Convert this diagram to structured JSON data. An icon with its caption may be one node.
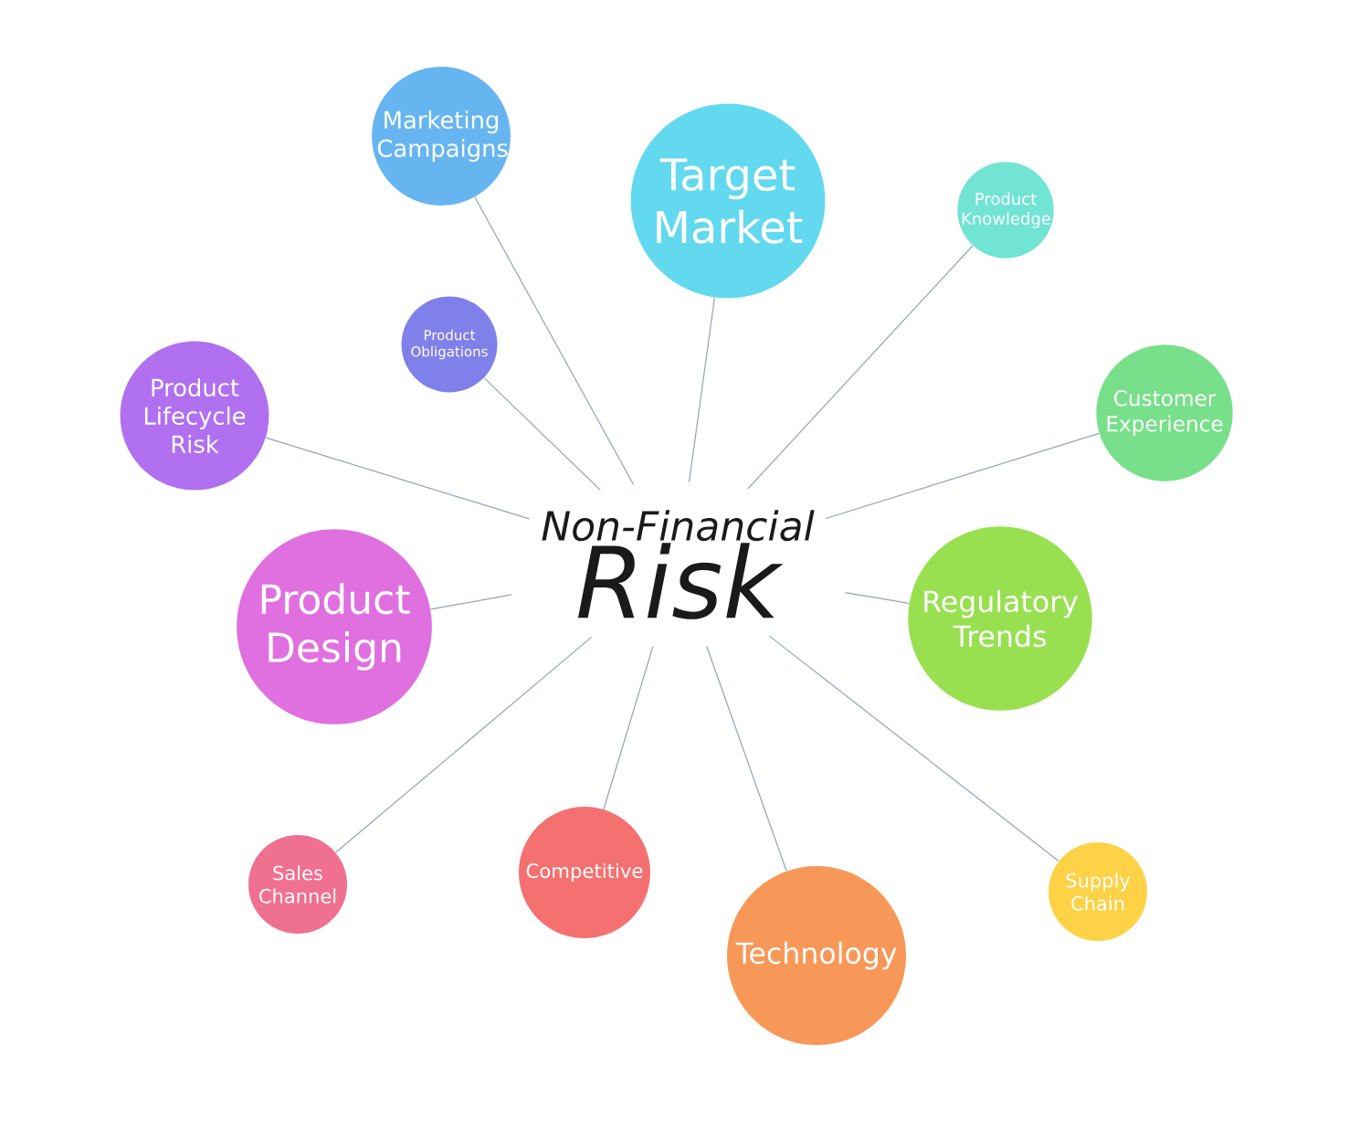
{
  "diagram": {
    "nodes": [
      {
        "text": [
          "Non-Financial",
          "Risk"
        ]
      },
      {
        "text": [
          "Marketing Campaigns"
        ]
      },
      {
        "text": [
          "Target Market"
        ]
      },
      {
        "text": [
          "Product Knowledge"
        ]
      },
      {
        "text": [
          "Product Obligations"
        ]
      },
      {
        "text": [
          "Product Lifecycle Risk"
        ]
      },
      {
        "text": [
          "Customer Experience"
        ]
      },
      {
        "text": [
          "Product Design"
        ]
      },
      {
        "text": [
          "Regulatory Trends"
        ]
      },
      {
        "text": [
          "Sales Channel"
        ]
      },
      {
        "text": [
          "Competitive"
        ]
      },
      {
        "text": [
          "Technology"
        ]
      },
      {
        "text": [
          "Supply Chain"
        ]
      }
    ],
    "edges": [
      {
        "from": 0,
        "to": 1,
        "arrow": "none"
      },
      {
        "from": 0,
        "to": 2,
        "arrow": "none"
      },
      {
        "from": 0,
        "to": 3,
        "arrow": "none"
      },
      {
        "from": 0,
        "to": 4,
        "arrow": "none"
      },
      {
        "from": 0,
        "to": 5,
        "arrow": "none"
      },
      {
        "from": 0,
        "to": 6,
        "arrow": "none"
      },
      {
        "from": 0,
        "to": 7,
        "arrow": "none"
      },
      {
        "from": 0,
        "to": 8,
        "arrow": "none"
      },
      {
        "from": 0,
        "to": 9,
        "arrow": "none"
      },
      {
        "from": 0,
        "to": 10,
        "arrow": "none"
      },
      {
        "from": 0,
        "to": 11,
        "arrow": "none"
      },
      {
        "from": 0,
        "to": 12,
        "arrow": "none"
      }
    ]
  }
}
